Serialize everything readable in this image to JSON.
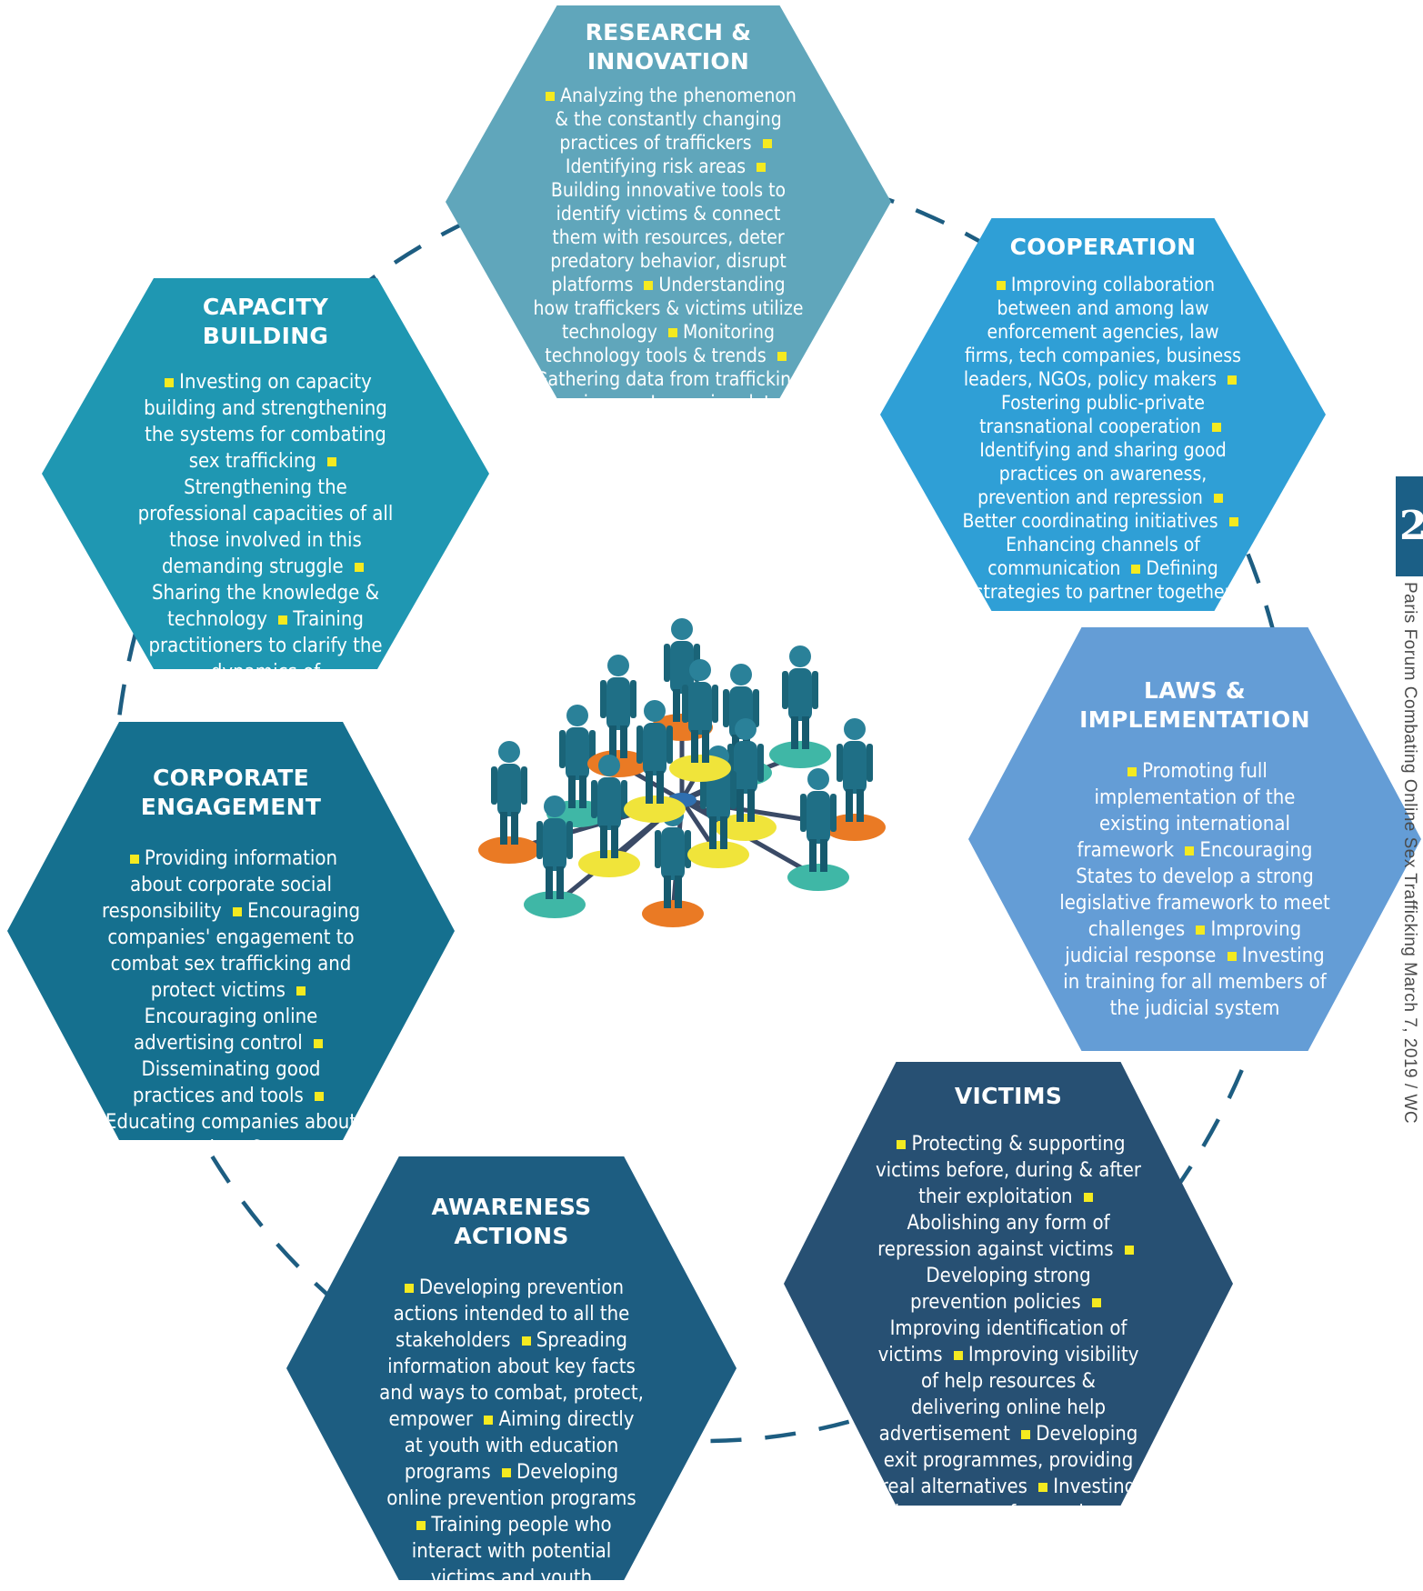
{
  "hexagons": [
    {
      "id": "research",
      "title": "RESEARCH &\nINNOVATION",
      "color": "#60a6bb",
      "items": [
        "Analyzing the phenomenon & the constantly changing practices of traffickers",
        "Identifying risk areas",
        "Building innovative tools to identify victims & connect them with resources, deter predatory behavior, disrupt platforms",
        "Understanding how traffickers & victims utilize technology",
        "Monitoring technology tools & trends",
        "Gathering data from trafficking survivors",
        "Improving datas"
      ]
    },
    {
      "id": "cooperation",
      "title": "COOPERATION",
      "color": "#2f9fd6",
      "items": [
        "Improving collaboration between and among law enforcement agencies, law firms, tech companies, business leaders, NGOs, policy makers",
        "Fostering public-private transnational cooperation",
        "Identifying and sharing good practices on awareness, prevention and repression",
        "Better coordinating initiatives",
        "Enhancing channels of communication",
        "Defining strategies to partner together"
      ]
    },
    {
      "id": "laws",
      "title": "LAWS &\nIMPLEMENTATION",
      "color": "#649dd6",
      "items": [
        "Promoting full implementation of the existing international framework",
        "Encouraging States to develop a strong legislative framework to meet challenges",
        "Improving judicial response",
        "Investing in training for all members of the judicial system"
      ]
    },
    {
      "id": "victims",
      "title": "VICTIMS",
      "color": "#275073",
      "items": [
        "Protecting & supporting victims before, during & after their exploitation",
        "Abolishing any form of repression against victims",
        "Developing strong prevention policies",
        "Improving identification of victims",
        "Improving visibility of help resources & delivering online help advertisement",
        "Developing exit programmes, providing real alternatives",
        "Investing in resources for survivors"
      ]
    },
    {
      "id": "awareness",
      "title": "AWARENESS\nACTIONS",
      "color": "#1d5d81",
      "items": [
        "Developing prevention actions intended to all the stakeholders",
        "Spreading information about key facts and ways to combat, protect, empower",
        "Aiming directly at youth with education programs",
        "Developing online prevention programs",
        "Training people who interact with potential victims and youth"
      ]
    },
    {
      "id": "corporate",
      "title": "CORPORATE\nENGAGEMENT",
      "color": "#15708f",
      "items": [
        "Providing information about corporate social responsibility",
        "Encouraging companies' engagement to combat sex trafficking and protect victims",
        "Encouraging online advertising control",
        "Disseminating good practices and tools",
        "Educating companies about proven pratices & resources"
      ]
    },
    {
      "id": "capacity",
      "title": "CAPACITY\nBUILDING",
      "color": "#1f97b2",
      "items": [
        "Investing on capacity building and strengthening the systems for combating sex trafficking",
        "Strengthening the professional capacities of all those involved in this demanding struggle",
        "Sharing the knowledge & technology",
        "Training practitioners to clarify the dynamics of trafficking,identify victims, prosecute abusers"
      ]
    }
  ],
  "page_tab": "2",
  "side_caption": "Paris Forum Combating Online Sex Trafficking March 7, 2019 / WC",
  "accent_bullet_color": "#f4ea20",
  "connector_color": "#1d5d81"
}
